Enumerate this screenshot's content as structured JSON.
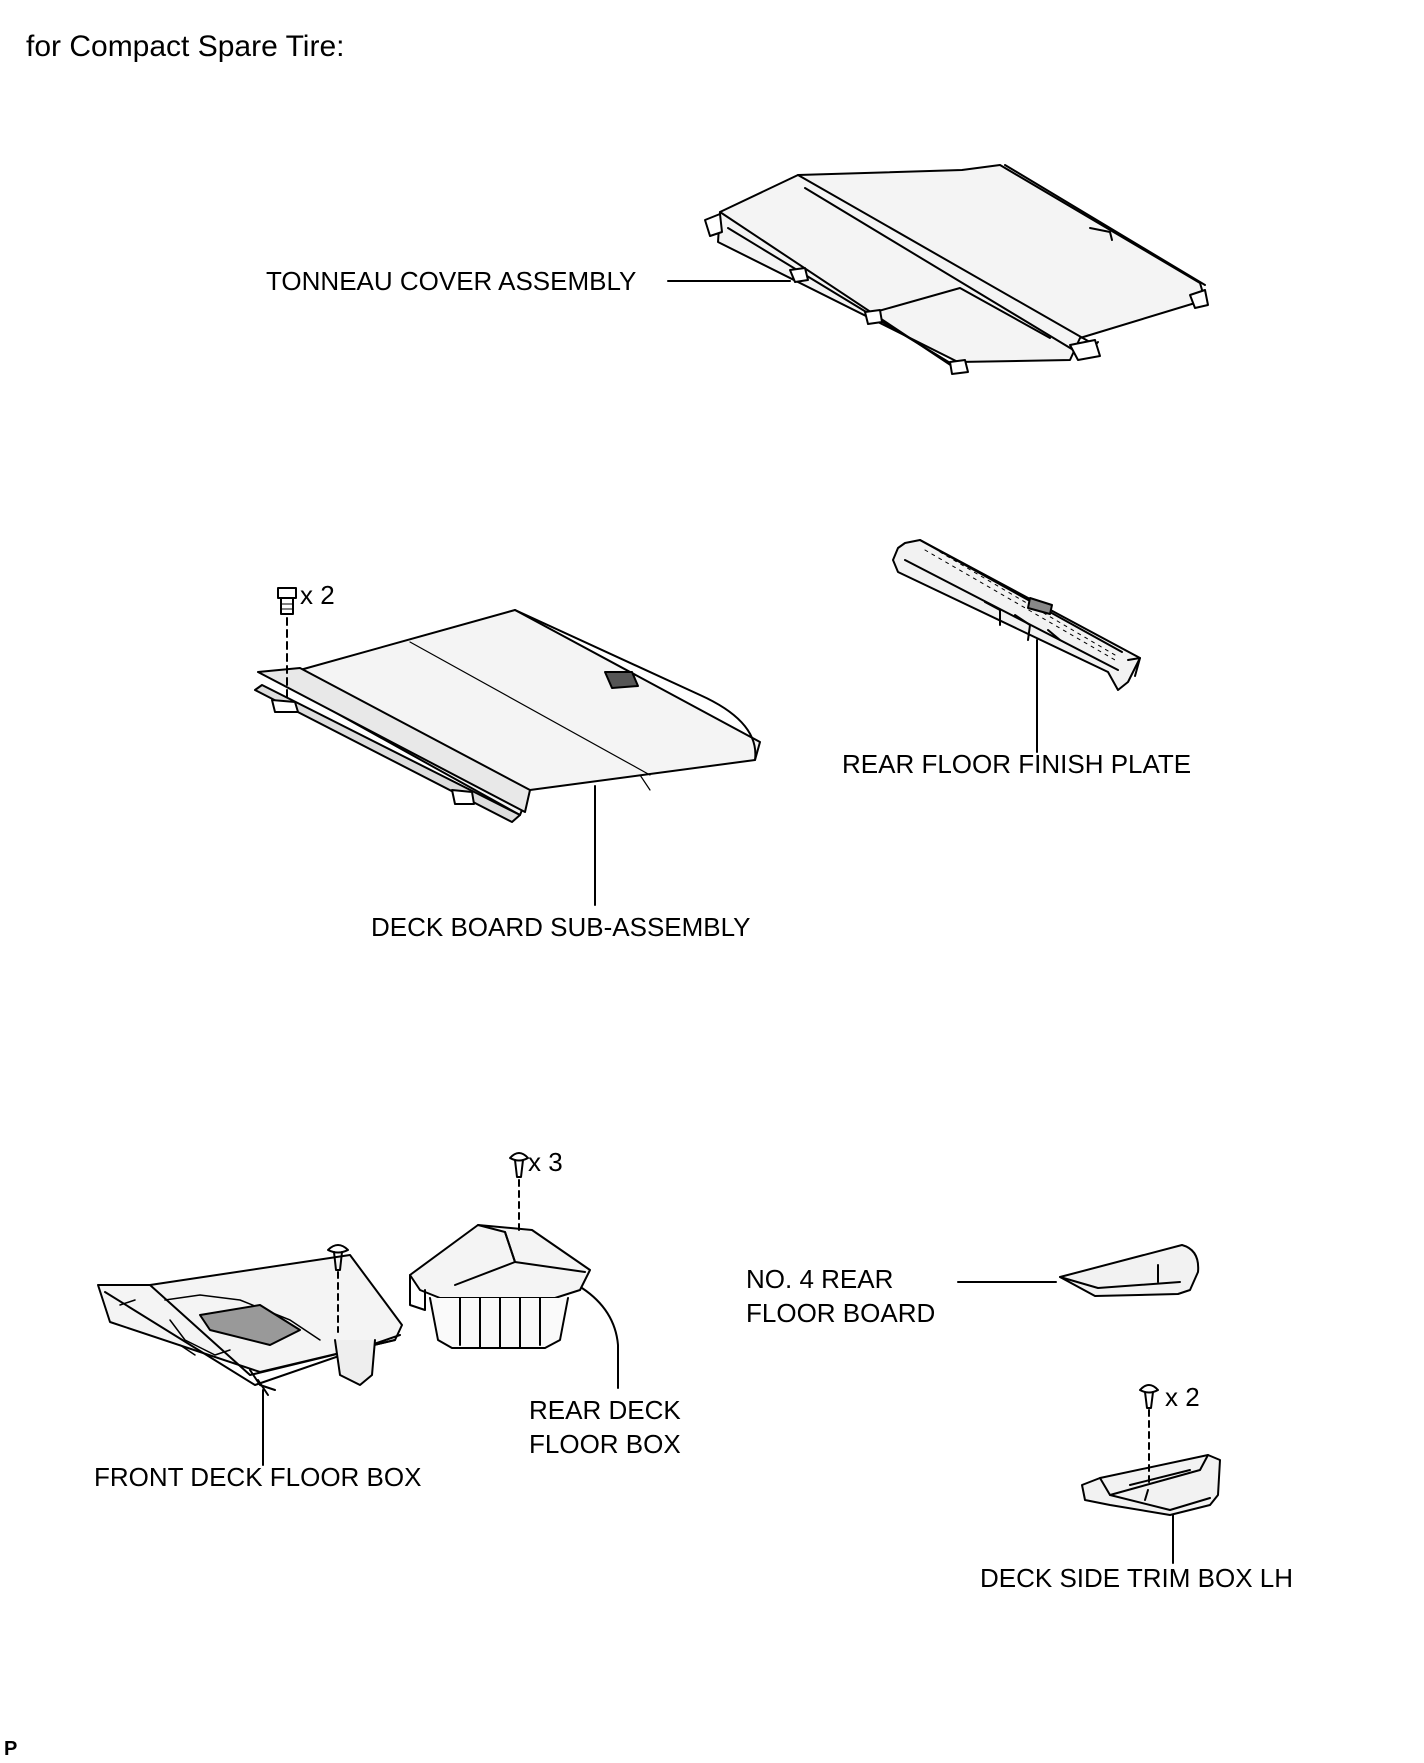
{
  "heading": "for Compact Spare Tire:",
  "labels": {
    "tonneau_cover": "TONNEAU COVER ASSEMBLY",
    "deck_board": "DECK BOARD SUB-ASSEMBLY",
    "rear_floor_finish_plate": "REAR FLOOR FINISH PLATE",
    "front_deck_floor_box": "FRONT DECK FLOOR BOX",
    "rear_deck_floor_box_line1": "REAR DECK",
    "rear_deck_floor_box_line2": "FLOOR BOX",
    "no4_rear_floor_board_line1": "NO. 4 REAR",
    "no4_rear_floor_board_line2": "FLOOR BOARD",
    "deck_side_trim_box": "DECK SIDE TRIM BOX LH"
  },
  "quantities": {
    "deck_board_bolts": "x 2",
    "rear_box_clips": "x 3",
    "trim_box_clips": "x 2"
  },
  "footer": "P"
}
